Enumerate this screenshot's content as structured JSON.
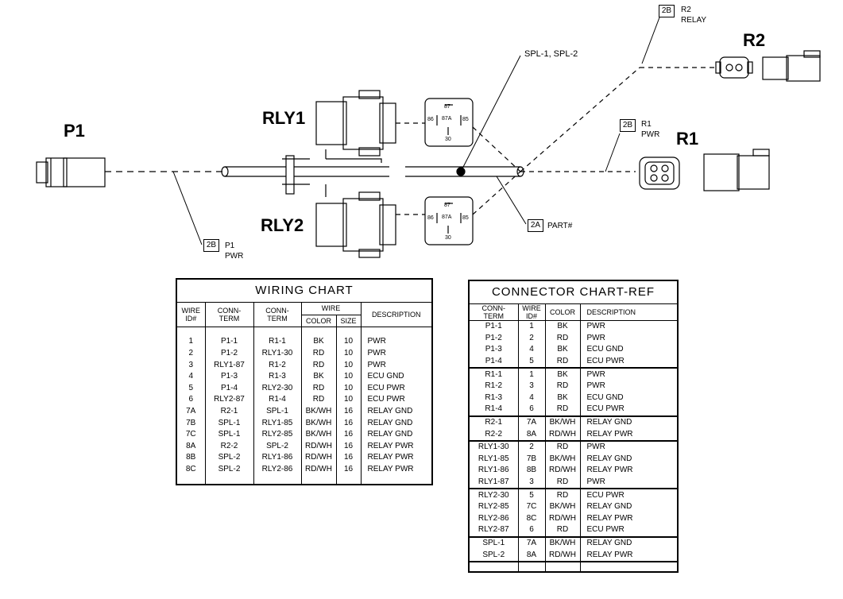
{
  "diagram": {
    "labels": {
      "p1": "P1",
      "rly1": "RLY1",
      "rly2": "RLY2",
      "r1": "R1",
      "r2": "R2",
      "spl": "SPL-1, SPL-2",
      "tag_2b": "2B",
      "tag_2a": "2A",
      "p1_callout_line1": "P1",
      "p1_callout_line2": "PWR",
      "r1_callout_line1": "R1",
      "r1_callout_line2": "PWR",
      "r2_callout_line1": "R2",
      "r2_callout_line2": "RELAY",
      "part": "PART#"
    },
    "relay_pins": {
      "p87": "87",
      "p87a": "87A",
      "p86": "86",
      "p85": "85",
      "p30": "30"
    }
  },
  "wiring_chart": {
    "title": "WIRING CHART",
    "headers": {
      "wire_id_1": "WIRE",
      "wire_id_2": "ID#",
      "conn_a_1": "CONN-",
      "conn_a_2": "TERM",
      "conn_b_1": "CONN-",
      "conn_b_2": "TERM",
      "wire": "WIRE",
      "color": "COLOR",
      "size": "SIZE",
      "description": "DESCRIPTION"
    },
    "rows": [
      {
        "id": "1",
        "from": "P1-1",
        "to": "R1-1",
        "color": "BK",
        "size": "10",
        "desc": "PWR"
      },
      {
        "id": "2",
        "from": "P1-2",
        "to": "RLY1-30",
        "color": "RD",
        "size": "10",
        "desc": "PWR"
      },
      {
        "id": "3",
        "from": "RLY1-87",
        "to": "R1-2",
        "color": "RD",
        "size": "10",
        "desc": "PWR"
      },
      {
        "id": "4",
        "from": "P1-3",
        "to": "R1-3",
        "color": "BK",
        "size": "10",
        "desc": "ECU GND"
      },
      {
        "id": "5",
        "from": "P1-4",
        "to": "RLY2-30",
        "color": "RD",
        "size": "10",
        "desc": "ECU PWR"
      },
      {
        "id": "6",
        "from": "RLY2-87",
        "to": "R1-4",
        "color": "RD",
        "size": "10",
        "desc": "ECU PWR"
      },
      {
        "id": "7A",
        "from": "R2-1",
        "to": "SPL-1",
        "color": "BK/WH",
        "size": "16",
        "desc": "RELAY GND"
      },
      {
        "id": "7B",
        "from": "SPL-1",
        "to": "RLY1-85",
        "color": "BK/WH",
        "size": "16",
        "desc": "RELAY GND"
      },
      {
        "id": "7C",
        "from": "SPL-1",
        "to": "RLY2-85",
        "color": "BK/WH",
        "size": "16",
        "desc": "RELAY GND"
      },
      {
        "id": "8A",
        "from": "R2-2",
        "to": "SPL-2",
        "color": "RD/WH",
        "size": "16",
        "desc": "RELAY PWR"
      },
      {
        "id": "8B",
        "from": "SPL-2",
        "to": "RLY1-86",
        "color": "RD/WH",
        "size": "16",
        "desc": "RELAY PWR"
      },
      {
        "id": "8C",
        "from": "SPL-2",
        "to": "RLY2-86",
        "color": "RD/WH",
        "size": "16",
        "desc": "RELAY PWR"
      }
    ]
  },
  "connector_chart": {
    "title": "CONNECTOR CHART-REF",
    "headers": {
      "conn_1": "CONN-",
      "conn_2": "TERM",
      "wire_1": "WIRE",
      "wire_2": "ID#",
      "color": "COLOR",
      "description": "DESCRIPTION"
    },
    "groups": [
      [
        {
          "term": "P1-1",
          "wire": "1",
          "color": "BK",
          "desc": "PWR"
        },
        {
          "term": "P1-2",
          "wire": "2",
          "color": "RD",
          "desc": "PWR"
        },
        {
          "term": "P1-3",
          "wire": "4",
          "color": "BK",
          "desc": "ECU GND"
        },
        {
          "term": "P1-4",
          "wire": "5",
          "color": "RD",
          "desc": "ECU PWR"
        }
      ],
      [
        {
          "term": "R1-1",
          "wire": "1",
          "color": "BK",
          "desc": "PWR"
        },
        {
          "term": "R1-2",
          "wire": "3",
          "color": "RD",
          "desc": "PWR"
        },
        {
          "term": "R1-3",
          "wire": "4",
          "color": "BK",
          "desc": "ECU GND"
        },
        {
          "term": "R1-4",
          "wire": "6",
          "color": "RD",
          "desc": "ECU PWR"
        }
      ],
      [
        {
          "term": "R2-1",
          "wire": "7A",
          "color": "BK/WH",
          "desc": "RELAY GND"
        },
        {
          "term": "R2-2",
          "wire": "8A",
          "color": "RD/WH",
          "desc": "RELAY PWR"
        }
      ],
      [
        {
          "term": "RLY1-30",
          "wire": "2",
          "color": "RD",
          "desc": "PWR"
        },
        {
          "term": "RLY1-85",
          "wire": "7B",
          "color": "BK/WH",
          "desc": "RELAY GND"
        },
        {
          "term": "RLY1-86",
          "wire": "8B",
          "color": "RD/WH",
          "desc": "RELAY PWR"
        },
        {
          "term": "RLY1-87",
          "wire": "3",
          "color": "RD",
          "desc": "PWR"
        }
      ],
      [
        {
          "term": "RLY2-30",
          "wire": "5",
          "color": "RD",
          "desc": "ECU PWR"
        },
        {
          "term": "RLY2-85",
          "wire": "7C",
          "color": "BK/WH",
          "desc": "RELAY GND"
        },
        {
          "term": "RLY2-86",
          "wire": "8C",
          "color": "RD/WH",
          "desc": "RELAY PWR"
        },
        {
          "term": "RLY2-87",
          "wire": "6",
          "color": "RD",
          "desc": "ECU PWR"
        }
      ],
      [
        {
          "term": "SPL-1",
          "wire": "7A",
          "color": "BK/WH",
          "desc": "RELAY GND"
        },
        {
          "term": "SPL-2",
          "wire": "8A",
          "color": "RD/WH",
          "desc": "RELAY PWR"
        }
      ]
    ]
  }
}
